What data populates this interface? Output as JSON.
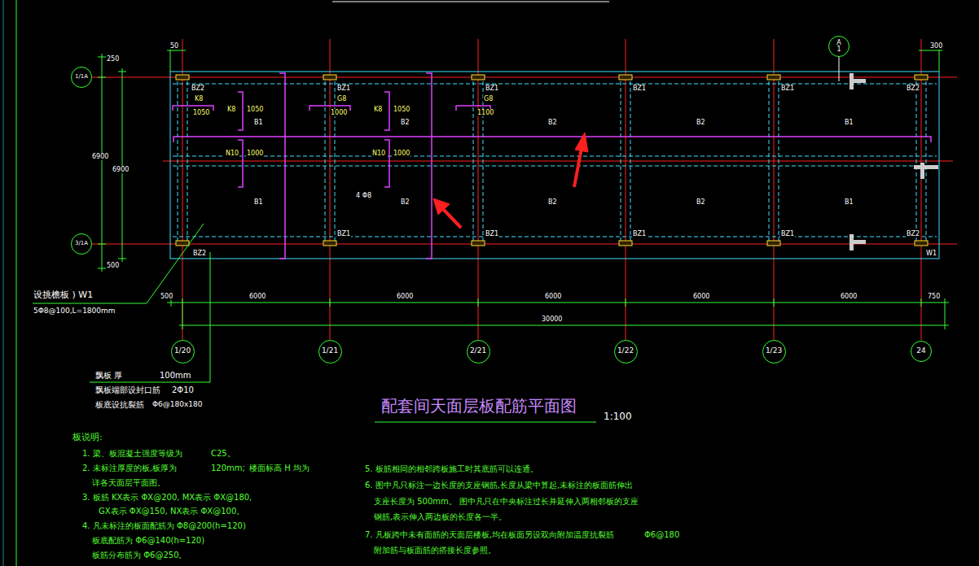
{
  "diagram": {
    "title": "配套间天面层板配筋平面图",
    "nodes": [
      {
        "text": [
          "1/1A"
        ]
      },
      {
        "text": [
          "3/1A"
        ]
      },
      {
        "text": [
          "A",
          "1"
        ]
      },
      {
        "text": [
          "1/20"
        ]
      },
      {
        "text": [
          "1/21"
        ]
      },
      {
        "text": [
          "2/21"
        ]
      },
      {
        "text": [
          "1/22"
        ]
      },
      {
        "text": [
          "1/23"
        ]
      },
      {
        "text": [
          "24"
        ]
      }
    ],
    "labels": [
      "50",
      "300",
      "250",
      "6900",
      "6900",
      "500",
      "BZ2",
      "BZ1",
      "BZ1",
      "BZ1",
      "BZ1",
      "BZ2",
      "K8",
      "1050",
      "K8",
      "1050",
      "G8",
      "1000",
      "K8",
      "1050",
      "G8",
      "1100",
      "B1",
      "B2",
      "B2",
      "B2",
      "B1",
      "N10",
      "1000",
      "N10",
      "1000",
      "4 Φ8",
      "B1",
      "B2",
      "B2",
      "B2",
      "B1",
      "BZ2",
      "BZ1",
      "BZ1",
      "BZ1",
      "BZ1",
      "BZ2",
      "W1",
      "500",
      "6000",
      "6000",
      "6000",
      "6000",
      "6000",
      "750",
      "30000",
      "设挑檐板 ) W1",
      "5Φ8@100,L=1800mm",
      "飘板 厚",
      "100mm",
      "飘板端部设封口筋",
      "2Φ10",
      "板底设抗裂筋",
      "Φ6@180x180",
      "1:100",
      "板说明:",
      "1. 梁、板混凝土强度等级为",
      "C25。",
      "2. 未标注厚度的板,板厚为",
      "120mm;",
      "楼面标高 H 均为",
      "详各天面层平面图。",
      "3. 板筋 KX表示 ΦX@200, MX表示 ΦX@180,",
      "GX表示 ΦX@150, NX表示 ΦX@100。",
      "4. 凡未标注的板面配筋为 Φ8@200(h=120)",
      "板底配筋为 Φ6@140(h=120)",
      "板筋分布筋为 Φ6@250。",
      "5. 板筋相同的相邻跨板施工时其底筋可以连通。",
      "6. 图中凡只标注一边长度的支座钢筋,长度从梁中算起,未标注的板面筋伸出",
      "支座长度为 500mm。 图中凡只在中央标注过长并延伸入两相邻板的支座",
      "钢筋,表示伸入两边板的长度各一半。",
      "7. 凡板跨中未有面筋的天面层楼板,均在板面另设双向附加温度抗裂筋",
      "Φ6@180",
      "附加筋与板面筋的搭接长度参照。"
    ]
  }
}
